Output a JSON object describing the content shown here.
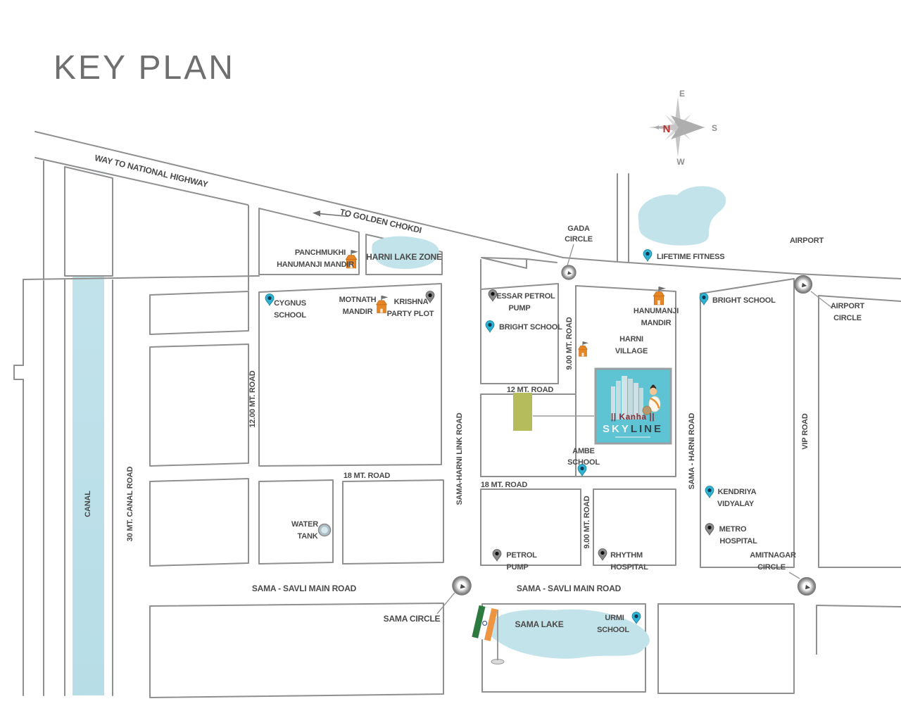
{
  "title": "KEY PLAN",
  "compass": {
    "n": "N",
    "e": "E",
    "s": "S",
    "w": "W"
  },
  "logo": {
    "brand": "|| Kanha ||",
    "sky": "SKY",
    "line": "LINE"
  },
  "labels": {
    "highway": "WAY TO NATIONAL HIGHWAY",
    "golden_chokdi": "TO GOLDEN CHOKDI",
    "panchmukhi_1": "PANCHMUKHI",
    "panchmukhi_2": "HANUMANJI MANDIR",
    "harni_lake_zone": "HARNI LAKE ZONE",
    "gada_1": "GADA",
    "gada_2": "CIRCLE",
    "lifetime": "LIFETIME FITNESS",
    "airport": "AIRPORT",
    "airport_circle_1": "AIRPORT",
    "airport_circle_2": "CIRCLE",
    "cygnus_1": "CYGNUS",
    "cygnus_2": "SCHOOL",
    "motnath_1": "MOTNATH",
    "motnath_2": "MANDIR",
    "krishna_1": "KRISHNA",
    "krishna_2": "PARTY PLOT",
    "essar_1": "ESSAR PETROL",
    "essar_2": "PUMP",
    "bright_left": "BRIGHT SCHOOL",
    "bright_right": "BRIGHT SCHOOL",
    "hanumanji_1": "HANUMANJI",
    "hanumanji_2": "MANDIR",
    "harni_village_1": "HARNI",
    "harni_village_2": "VILLAGE",
    "road_9_upper": "9.00 MT. ROAD",
    "road_9_lower": "9.00 MT. ROAD",
    "road_12": "12 MT. ROAD",
    "road_12_00": "12.00 MT. ROAD",
    "road_18_left": "18 MT. ROAD",
    "road_18_right": "18 MT. ROAD",
    "sama_harni_link": "SAMA-HARNI LINK ROAD",
    "sama_harni_road": "SAMA - HARNI ROAD",
    "vip_road": "VIP ROAD",
    "canal_road": "30 MT. CANAL ROAD",
    "canal": "CANAL",
    "water_1": "WATER",
    "water_2": "TANK",
    "ambe_1": "AMBE",
    "ambe_2": "SCHOOL",
    "petrol_1": "PETROL",
    "petrol_2": "PUMP",
    "rhythm_1": "RHYTHM",
    "rhythm_2": "HOSPITAL",
    "kendriya_1": "KENDRIYA",
    "kendriya_2": "VIDYALAY",
    "metro_1": "METRO",
    "metro_2": "HOSPITAL",
    "amitnagar_1": "AMITNAGAR",
    "amitnagar_2": "CIRCLE",
    "savli_left": "SAMA - SAVLI MAIN ROAD",
    "savli_right": "SAMA - SAVLI MAIN ROAD",
    "sama_circle": "SAMA CIRCLE",
    "sama_lake": "SAMA LAKE",
    "urmi_1": "URMI",
    "urmi_2": "SCHOOL"
  },
  "icons": {
    "location_pin_blue": "teardrop map pin (cyan-blue)",
    "location_pin_dark": "teardrop map pin (gray)",
    "temple": "orange temple with pennant flag",
    "traffic_circle": "roundabout ring marker",
    "compass_rose": "compass rose, N at left in red",
    "india_flag": "indian tricolor flag on pole",
    "water_tank": "round water tank",
    "site_marker": "olive-green project site plot",
    "direction_arrow": "left arrow toward Golden Chokdi"
  },
  "colors": {
    "background": "#ffffff",
    "road_line": "#8f8f8f",
    "label_text": "#4a4a4a",
    "title_text": "#6f6f6f",
    "water": "#c3e3eb",
    "site_marker": "#b5bc5b",
    "temple_orange": "#e58627",
    "pin_blue": "#2fb3d2",
    "pin_dark": "#7a7a7a",
    "logo_teal": "#5ec3d3",
    "logo_brand_red": "#8e2b38",
    "compass_red": "#c03232",
    "flag_saffron": "#ef9440",
    "flag_green": "#2c7a3f"
  }
}
